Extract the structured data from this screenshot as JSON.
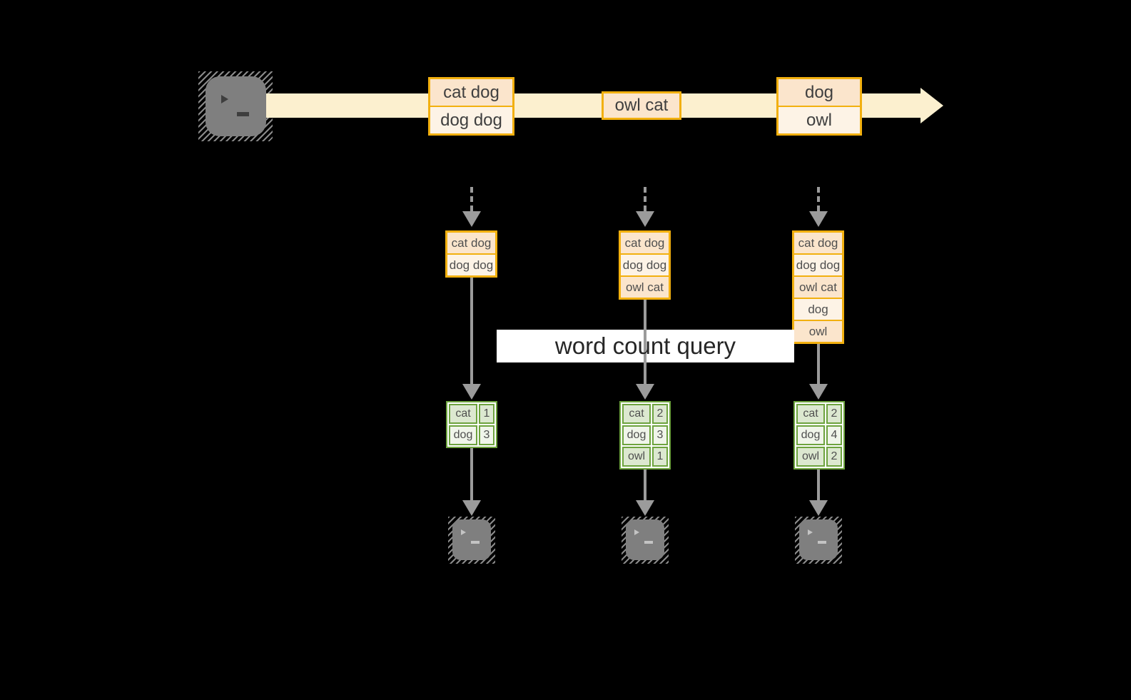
{
  "diagram_title": "word count query",
  "colors": {
    "background": "#000000",
    "stream_band": "#fcf0cf",
    "orange_border": "#f2b00f",
    "event_cell_dark": "#fbe5cc",
    "event_cell_light": "#fdf3e6",
    "green_border": "#6da33e",
    "count_row_dark": "#dce8d0",
    "count_row_light": "#f0f5ea",
    "arrow_gray": "#9b9b9b",
    "terminal_gray": "#7f7f7f",
    "title_bg": "#ffffff"
  },
  "stream": {
    "events": [
      {
        "lines": [
          "cat dog",
          "dog dog"
        ]
      },
      {
        "lines": [
          "owl cat"
        ]
      },
      {
        "lines": [
          "dog",
          "owl"
        ]
      }
    ]
  },
  "tasks": [
    {
      "buffer": [
        "cat dog",
        "dog dog"
      ],
      "counts": [
        [
          "cat",
          "1"
        ],
        [
          "dog",
          "3"
        ]
      ]
    },
    {
      "buffer": [
        "cat dog",
        "dog dog",
        "owl cat"
      ],
      "counts": [
        [
          "cat",
          "2"
        ],
        [
          "dog",
          "3"
        ],
        [
          "owl",
          "1"
        ]
      ]
    },
    {
      "buffer": [
        "cat dog",
        "dog dog",
        "owl cat",
        "dog",
        "owl"
      ],
      "counts": [
        [
          "cat",
          "2"
        ],
        [
          "dog",
          "4"
        ],
        [
          "owl",
          "2"
        ]
      ]
    }
  ]
}
